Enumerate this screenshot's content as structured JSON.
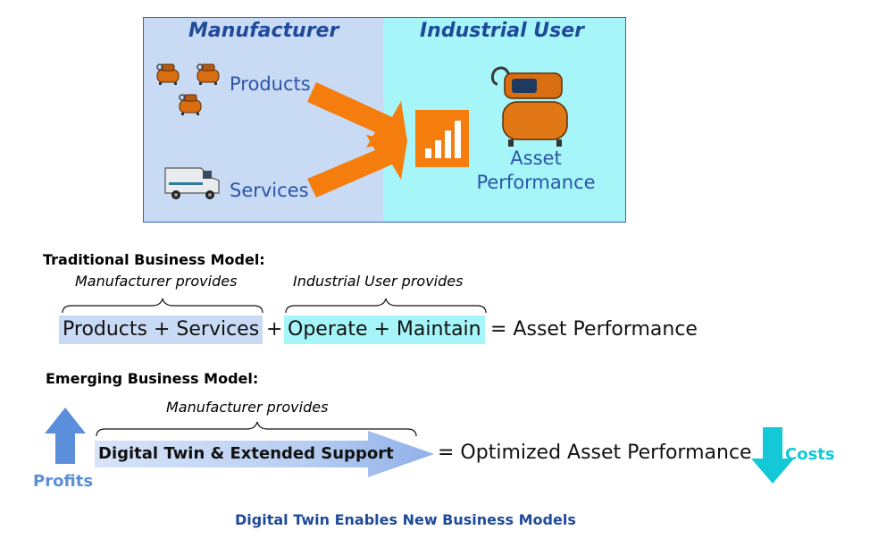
{
  "panel": {
    "manufacturer_title": "Manufacturer",
    "industrial_user_title": "Industrial User",
    "products_label": "Products",
    "services_label": "Services",
    "asset_label_line1": "Asset",
    "asset_label_line2": "Performance"
  },
  "traditional": {
    "heading": "Traditional Business Model:",
    "manufacturer_provides": "Manufacturer provides",
    "industrial_user_provides": "Industrial User provides",
    "term1": "Products + Services",
    "plus": "+",
    "term2": "Operate + Maintain",
    "result": "= Asset Performance"
  },
  "emerging": {
    "heading": "Emerging Business Model:",
    "manufacturer_provides": "Manufacturer provides",
    "digital_twin": "Digital Twin & Extended Support",
    "result": "= Optimized Asset Performance",
    "profits": "Profits",
    "costs": "Costs"
  },
  "caption": "Digital Twin Enables New Business Models",
  "colors": {
    "manufacturer_bg": "#c9daf5",
    "industrial_bg": "#a6f5f8",
    "orange": "#f57d0e",
    "title_blue": "#1f4a99",
    "term1_bg": "#c9daf5",
    "term2_bg": "#a6f5f8",
    "profits_blue": "#5b8fdc",
    "costs_cyan": "#14c8d8",
    "caption_blue": "#1f4a99"
  }
}
